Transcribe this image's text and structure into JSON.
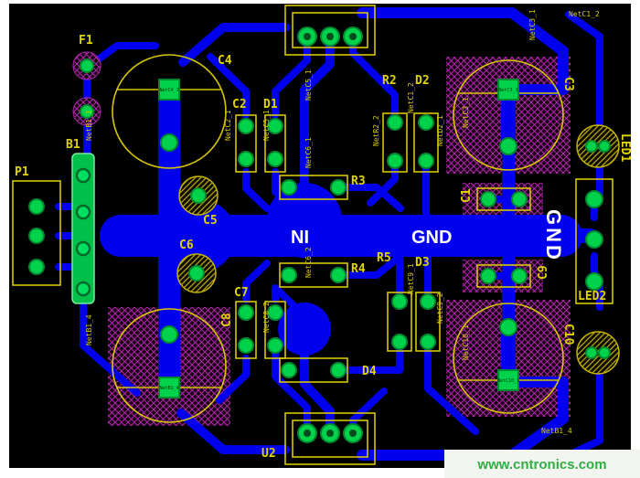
{
  "board": {
    "plane_left_label": "NI",
    "plane_center_label": "GND",
    "plane_right_label": "GND"
  },
  "components": {
    "F1": "F1",
    "C4": "C4",
    "C2": "C2",
    "D1": "D1",
    "R2": "R2",
    "D2": "D2",
    "C3": "C3",
    "LED1": "LED1",
    "P1": "P1",
    "B1": "B1",
    "C5": "C5",
    "C6": "C6",
    "C7": "C7",
    "C8": "C8",
    "R3": "R3",
    "R4": "R4",
    "R5": "R5",
    "D3": "D3",
    "D4": "D4",
    "C1": "C1",
    "C9": "C9",
    "C10": "C10",
    "LED2": "LED2",
    "U2": "U2"
  },
  "nets": {
    "n1": "NetC1_2",
    "n2": "NetC3_1",
    "n3": "NetC2_1",
    "n4": "NetC5_1",
    "n5": "NetC5_1",
    "n6": "NetR2_2",
    "n7": "NetC1_2",
    "n8": "NetD2_1",
    "n9": "NetC6_1",
    "n10": "NetC6_2",
    "n11": "NetC8_2",
    "n12": "NetC9_1",
    "n13": "NetC9_2",
    "n14": "NetB1_1",
    "n15": "NetB1_4",
    "n16": "NetC10_1",
    "n17": "NetC3_1",
    "n18": "NetB1_4"
  },
  "pad_labels": {
    "c4": "NetC4_1",
    "c3": "NetC3_1",
    "c10": "NetC10_1",
    "blc": "NetB1_4"
  },
  "watermark": "www.cntronics.com",
  "colors": {
    "board": "#000000",
    "trace": "#0000ee",
    "pad": "#00d24b",
    "silkscreen": "#d7c500",
    "hatch": "#b026b0",
    "watermark_text": "#2fae43"
  }
}
